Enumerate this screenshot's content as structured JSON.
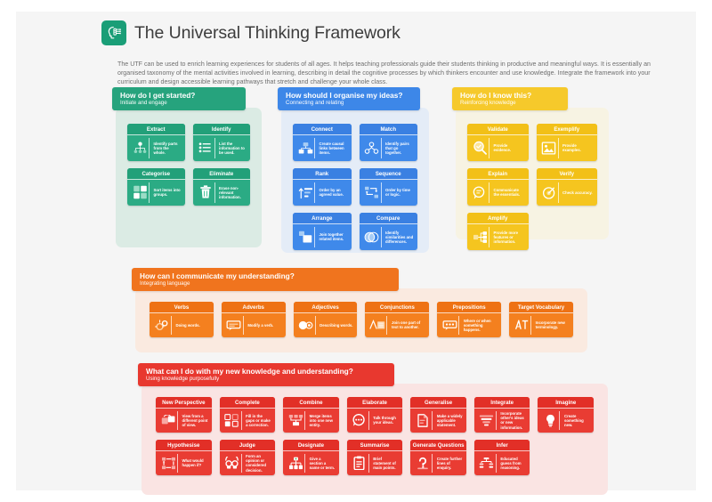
{
  "header": {
    "logo_icon": "thinking-head-icon",
    "title": "The Universal Thinking Framework",
    "intro": "The UTF can be used to enrich learning experiences for students of all ages. It helps teaching professionals guide their students thinking in productive and meaningful ways. It is essentially an organised taxonomy of the mental activities involved in learning, describing in detail the cognitive processes by which thinkers encounter and use knowledge. Integrate the framework into your curriculum and design accessible learning pathways that stretch and challenge your whole class.",
    "brand_color": "#1a9e77"
  },
  "sections": [
    {
      "id": "green",
      "title": "How do I get started?",
      "subtitle": "Initiate and engage",
      "color": "#26a37d",
      "panel_color": "#dbebe4",
      "cards": [
        {
          "title": "Extract",
          "desc": "Identify parts from the whole.",
          "icon": "hierarchy-icon"
        },
        {
          "title": "Identify",
          "desc": "List the information to be used.",
          "icon": "checklist-icon"
        },
        {
          "title": "Categorise",
          "desc": "Sort items into groups.",
          "icon": "grid-squares-icon"
        },
        {
          "title": "Eliminate",
          "desc": "Erase non-relevant information.",
          "icon": "trash-icon"
        }
      ]
    },
    {
      "id": "blue",
      "title": "How should I organise my ideas?",
      "subtitle": "Connecting and relating",
      "color": "#3d87e8",
      "panel_color": "#e4ecf7",
      "cards": [
        {
          "title": "Connect",
          "desc": "Create causal links between items.",
          "icon": "connect-nodes-icon"
        },
        {
          "title": "Match",
          "desc": "Identify pairs that go together.",
          "icon": "pair-link-icon"
        },
        {
          "title": "Rank",
          "desc": "Order by an agreed value.",
          "icon": "rank-bars-icon"
        },
        {
          "title": "Sequence",
          "desc": "Order by time or logic.",
          "icon": "sequence-arrows-icon"
        },
        {
          "title": "Arrange",
          "desc": "Join together related items.",
          "icon": "arrange-squares-icon"
        },
        {
          "title": "Compare",
          "desc": "Identify similarities and differences.",
          "icon": "venn-circles-icon"
        }
      ]
    },
    {
      "id": "yellow",
      "title": "How do I know this?",
      "subtitle": "Reinforcing knowledge",
      "color": "#f6c92b",
      "panel_color": "#f7f3e3",
      "cards": [
        {
          "title": "Validate",
          "desc": "Provide evidence.",
          "icon": "magnifier-check-icon"
        },
        {
          "title": "Exemplify",
          "desc": "Provide examples.",
          "icon": "picture-frame-icon"
        },
        {
          "title": "Explain",
          "desc": "Communicate the essentials.",
          "icon": "speech-bubble-icon"
        },
        {
          "title": "Verify",
          "desc": "Check accuracy.",
          "icon": "target-check-icon"
        },
        {
          "title": "Amplify",
          "desc": "Provide more features or information.",
          "icon": "expand-branch-icon"
        }
      ]
    },
    {
      "id": "orange",
      "title": "How can I communicate my understanding?",
      "subtitle": "Integrating language",
      "color": "#f0741e",
      "panel_color": "#faeae0",
      "cards": [
        {
          "title": "Verbs",
          "desc": "Doing words.",
          "icon": "running-gears-icon"
        },
        {
          "title": "Adverbs",
          "desc": "Modify a verb.",
          "icon": "speech-tag-icon"
        },
        {
          "title": "Adjectives",
          "desc": "Describing words.",
          "icon": "two-shapes-icon"
        },
        {
          "title": "Conjunctions",
          "desc": "Join one part of text to another.",
          "icon": "bridge-icon"
        },
        {
          "title": "Prepositions",
          "desc": "Where or when something happens.",
          "icon": "location-tag-icon"
        },
        {
          "title": "Target Vocabulary",
          "desc": "Incorporate new terminology.",
          "icon": "letter-t-icon"
        }
      ]
    },
    {
      "id": "red",
      "title": "What can I do with my new knowledge and understanding?",
      "subtitle": "Using knowledge purposefully",
      "color": "#e8382f",
      "panel_color": "#fae4e3",
      "cards": [
        {
          "title": "New Perspective",
          "desc": "View from a different point of view.",
          "icon": "rotate-view-icon"
        },
        {
          "title": "Complete",
          "desc": "Fill in the gaps or make a correction.",
          "icon": "puzzle-grid-icon"
        },
        {
          "title": "Combine",
          "desc": "Merge items into one new entity.",
          "icon": "merge-blocks-icon"
        },
        {
          "title": "Elaborate",
          "desc": "Talk through your ideas.",
          "icon": "chat-bubble-icon"
        },
        {
          "title": "Generalise",
          "desc": "Make a widely applicable statement.",
          "icon": "document-fold-icon"
        },
        {
          "title": "Integrate",
          "desc": "Incorporate other's ideas or new information.",
          "icon": "stacked-lines-icon"
        },
        {
          "title": "Imagine",
          "desc": "Create something new.",
          "icon": "lightbulb-icon"
        },
        {
          "title": "Hypothesise",
          "desc": "What would happen if?",
          "icon": "flow-loop-icon"
        },
        {
          "title": "Judge",
          "desc": "Form an opinion or considered decision.",
          "icon": "scales-icon"
        },
        {
          "title": "Designate",
          "desc": "Give a section a name or term.",
          "icon": "label-tree-icon"
        },
        {
          "title": "Summarise",
          "desc": "Brief statement of main points.",
          "icon": "clipboard-icon"
        },
        {
          "title": "Generate Questions",
          "desc": "Create further lines of enquiry.",
          "icon": "question-mark-icon"
        },
        {
          "title": "Infer",
          "desc": "Educated guess from reasoning.",
          "icon": "inference-dots-icon"
        }
      ]
    }
  ]
}
